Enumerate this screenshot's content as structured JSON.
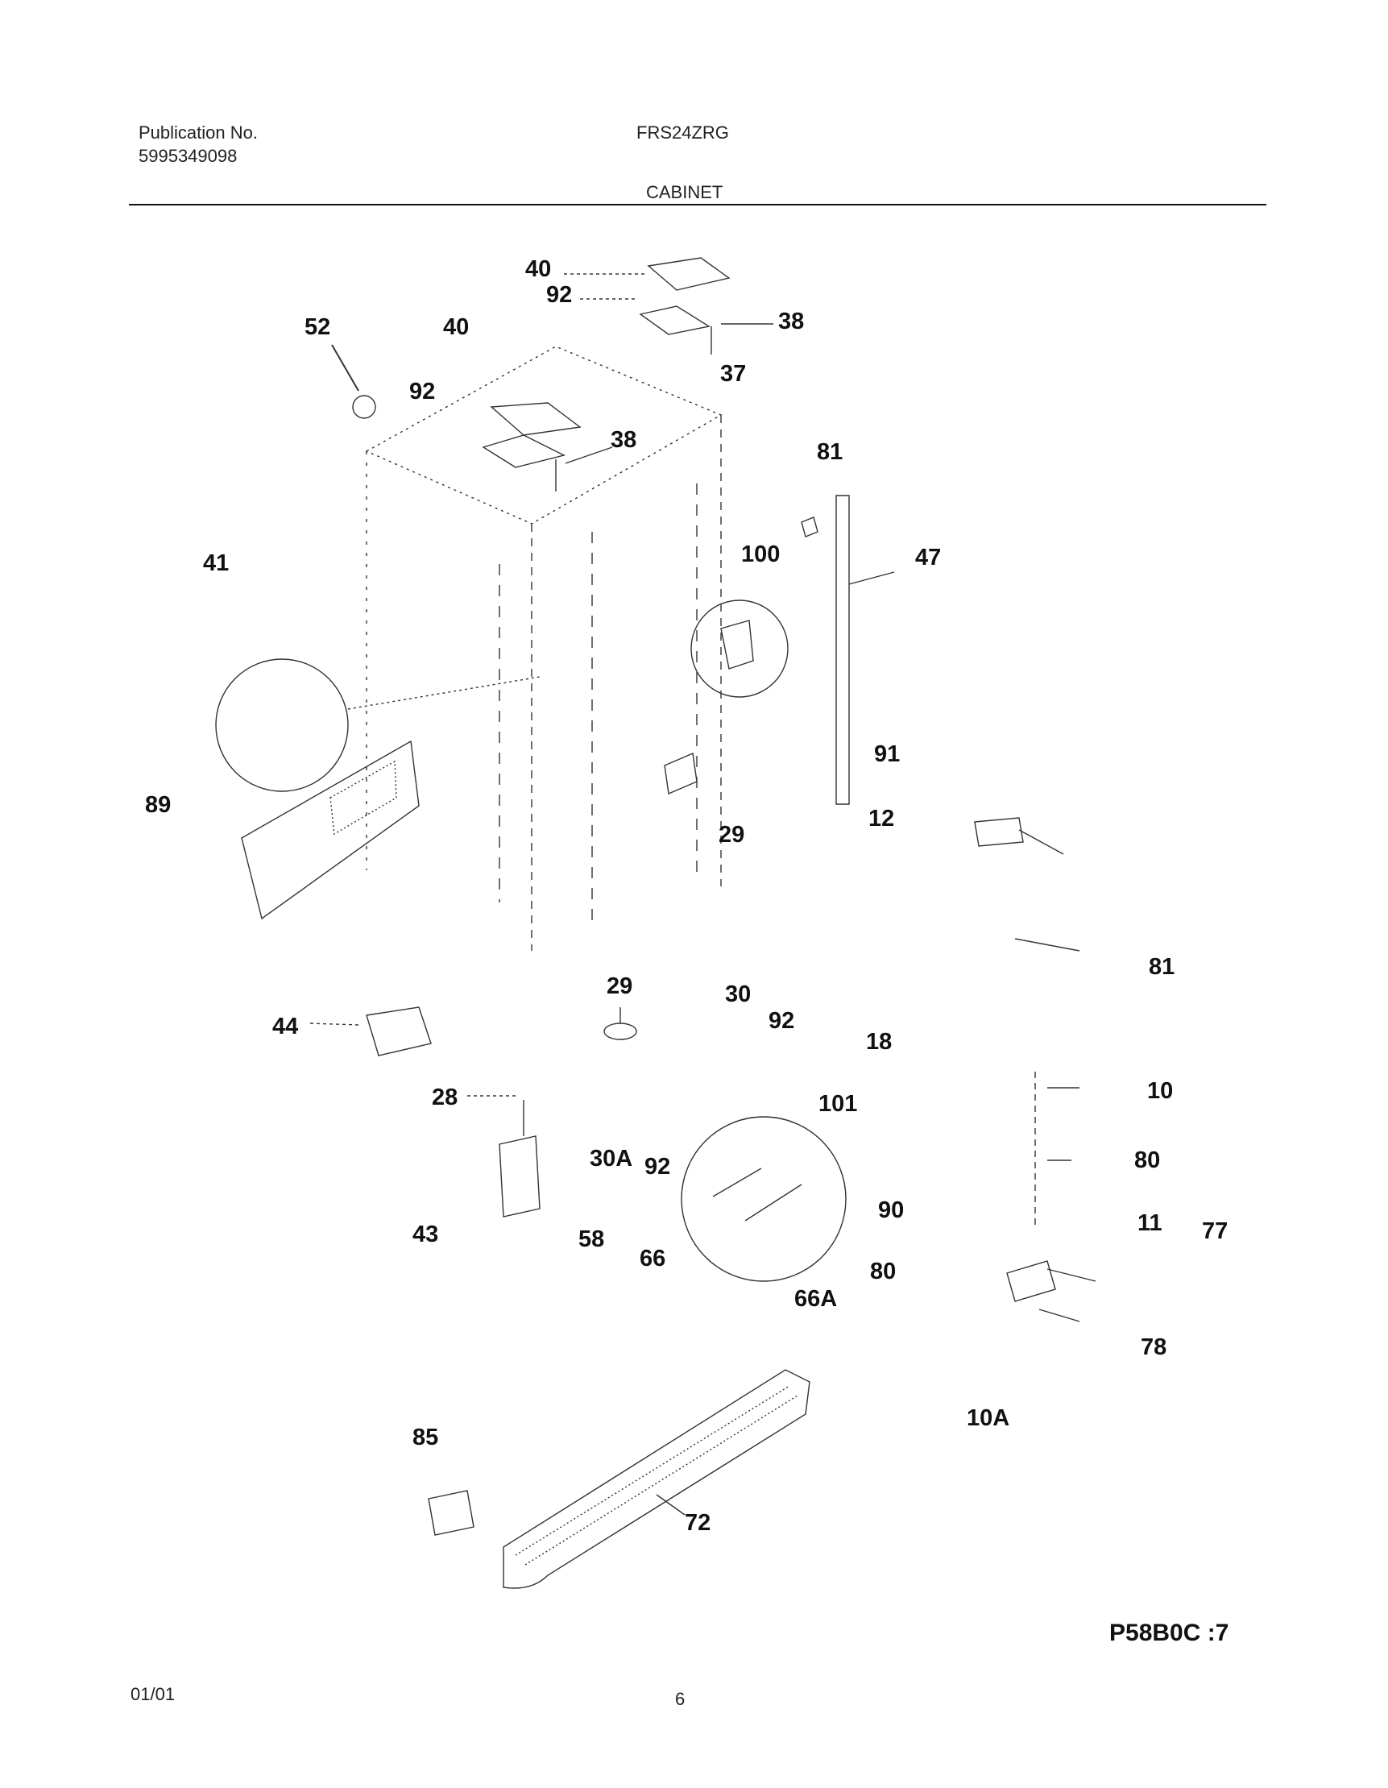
{
  "header": {
    "pub_label": "Publication No.",
    "pub_number": "5995349098",
    "model": "FRS24ZRG",
    "section": "CABINET"
  },
  "parts": [
    "40",
    "92",
    "38",
    "37",
    "52",
    "40",
    "92",
    "38",
    "81",
    "41",
    "100",
    "47",
    "91",
    "89",
    "12",
    "29",
    "81",
    "29",
    "30",
    "92",
    "18",
    "44",
    "28",
    "101",
    "10",
    "30A",
    "92",
    "80",
    "43",
    "58",
    "66",
    "90",
    "11",
    "77",
    "80",
    "66A",
    "78",
    "10A",
    "85",
    "72"
  ],
  "footer": {
    "date": "01/01",
    "page": "6",
    "drawing_code": "P58B0C :7"
  }
}
